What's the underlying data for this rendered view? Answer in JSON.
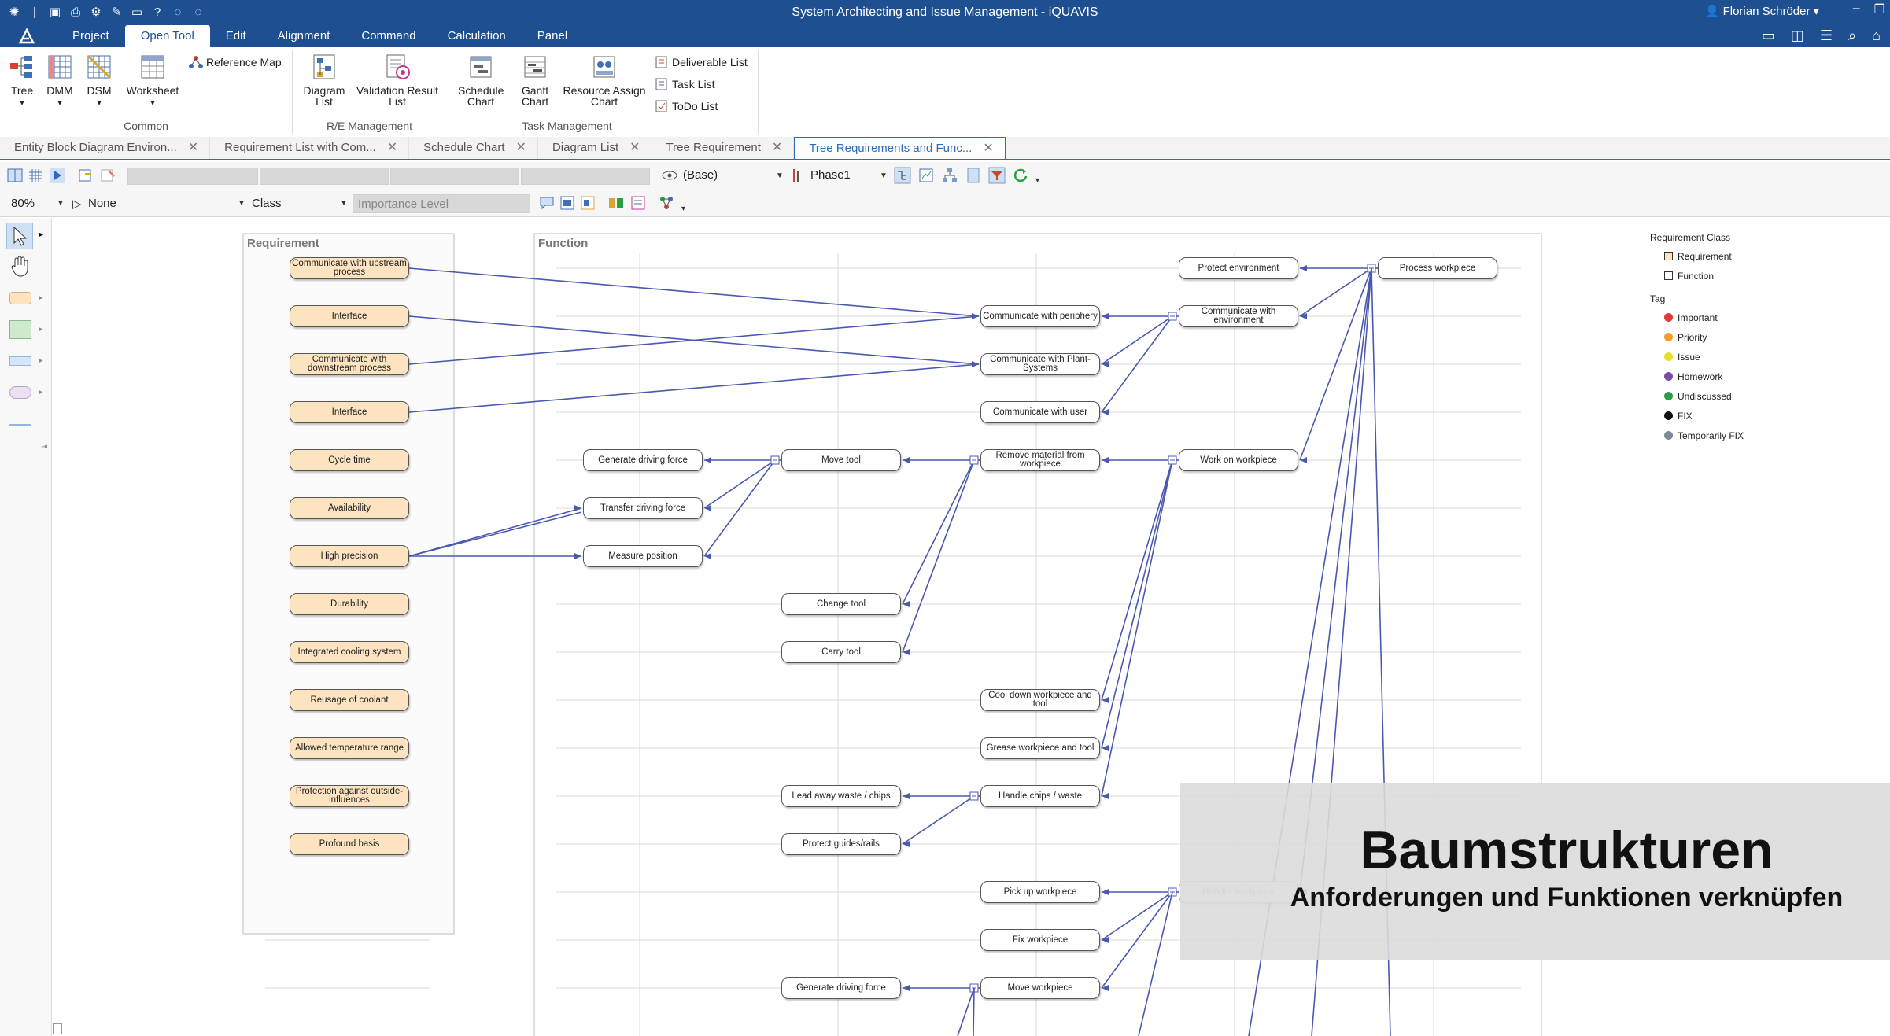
{
  "window": {
    "title": "System Architecting and Issue Management - iQUAVIS",
    "user": "Florian Schröder"
  },
  "menu": {
    "tabs": [
      "Project",
      "Open Tool",
      "Edit",
      "Alignment",
      "Command",
      "Calculation",
      "Panel"
    ],
    "active": "Open Tool"
  },
  "ribbon": {
    "common": {
      "label": "Common",
      "tree": "Tree",
      "dmm": "DMM",
      "dsm": "DSM",
      "worksheet": "Worksheet",
      "reference_map": "Reference Map"
    },
    "re_management": {
      "label": "R/E Management",
      "diagram_list_1": "Diagram",
      "diagram_list_2": "List",
      "validation_1": "Validation Result",
      "validation_2": "List"
    },
    "task_management": {
      "label": "Task Management",
      "schedule_1": "Schedule",
      "schedule_2": "Chart",
      "gantt_1": "Gantt",
      "gantt_2": "Chart",
      "resource_1": "Resource Assign",
      "resource_2": "Chart",
      "deliverable_list": "Deliverable List",
      "task_list": "Task List",
      "todo_list": "ToDo List"
    }
  },
  "doc_tabs": [
    "Entity Block Diagram Environ...",
    "Requirement List with Com...",
    "Schedule Chart",
    "Diagram List",
    "Tree Requirement",
    "Tree Requirements and Func..."
  ],
  "toolbar": {
    "base": "(Base)",
    "phase": "Phase1",
    "zoom": "80%",
    "none": "None",
    "class": "Class",
    "importance": "Importance Level"
  },
  "diagram": {
    "requirement_title": "Requirement",
    "function_title": "Function",
    "requirements": [
      [
        "Communicate with upstream",
        "process"
      ],
      [
        "Interface"
      ],
      [
        "Communicate with",
        "downstream process"
      ],
      [
        "Interface"
      ],
      [
        "Cycle time"
      ],
      [
        "Availability"
      ],
      [
        "High precision"
      ],
      [
        "Durability"
      ],
      [
        "Integrated cooling system"
      ],
      [
        "Reusage of coolant"
      ],
      [
        "Allowed temperature range"
      ],
      [
        "Protection against outside-",
        "influences"
      ],
      [
        "Profound basis"
      ]
    ],
    "functions": {
      "process_workpiece": [
        "Process workpiece"
      ],
      "protect_environment": [
        "Protect environment"
      ],
      "communicate_with_environment": [
        "Communicate with",
        "environment"
      ],
      "work_on_workpiece": [
        "Work on workpiece"
      ],
      "handle_workpiece": [
        "Handle workpiece"
      ],
      "communicate_with_periphery": [
        "Communicate with periphery"
      ],
      "communicate_with_plant_systems": [
        "Communicate with Plant-",
        "Systems"
      ],
      "communicate_with_user": [
        "Communicate with user"
      ],
      "remove_material": [
        "Remove material from",
        "workpiece"
      ],
      "cool_down": [
        "Cool down workpiece and tool"
      ],
      "grease": [
        "Grease workpiece and tool"
      ],
      "handle_chips": [
        "Handle chips / waste"
      ],
      "pick_up": [
        "Pick up workpiece"
      ],
      "fix_workpiece": [
        "Fix workpiece"
      ],
      "move_workpiece": [
        "Move workpiece"
      ],
      "move_tool": [
        "Move tool"
      ],
      "change_tool": [
        "Change tool"
      ],
      "carry_tool": [
        "Carry tool"
      ],
      "lead_away_waste": [
        "Lead away waste / chips"
      ],
      "protect_guides": [
        "Protect guides/rails"
      ],
      "generate_driving_force_2": [
        "Generate driving force"
      ],
      "generate_driving_force": [
        "Generate driving force"
      ],
      "transfer_driving_force": [
        "Transfer driving force"
      ],
      "measure_position": [
        "Measure position"
      ]
    }
  },
  "legend": {
    "class_title": "Requirement Class",
    "classes": [
      "Requirement",
      "Function"
    ],
    "tag_title": "Tag",
    "tags": [
      {
        "label": "Important",
        "color": "#e53935"
      },
      {
        "label": "Priority",
        "color": "#f0a020"
      },
      {
        "label": "Issue",
        "color": "#e8e020"
      },
      {
        "label": "Homework",
        "color": "#7b4fa0"
      },
      {
        "label": "Undiscussed",
        "color": "#2e9e44"
      },
      {
        "label": "FIX",
        "color": "#111111"
      },
      {
        "label": "Temporarily FIX",
        "color": "#7a8a99"
      }
    ]
  },
  "banner": {
    "title": "Baumstrukturen",
    "subtitle": "Anforderungen und Funktionen verknüpfen"
  },
  "colors": {
    "titlebar": "#1d4f91",
    "requirement_fill": "#fde3c0",
    "link_line": "#4a58b0"
  }
}
